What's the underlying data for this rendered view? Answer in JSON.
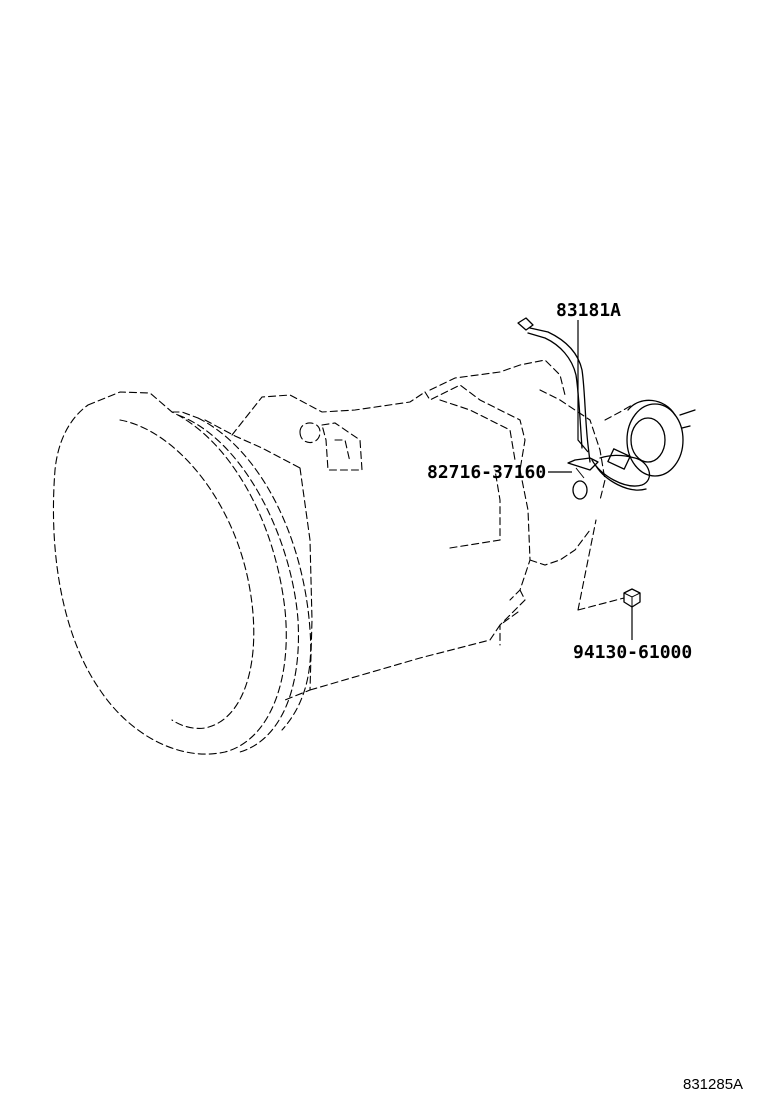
{
  "diagram": {
    "subject": "transmission assembly with speed sensor",
    "callouts": [
      {
        "id": "sensor",
        "part_number": "83181A"
      },
      {
        "id": "clamp",
        "part_number": "82716-37160"
      },
      {
        "id": "nut",
        "part_number": "94130-61000"
      }
    ],
    "reference_code": "831285A"
  }
}
